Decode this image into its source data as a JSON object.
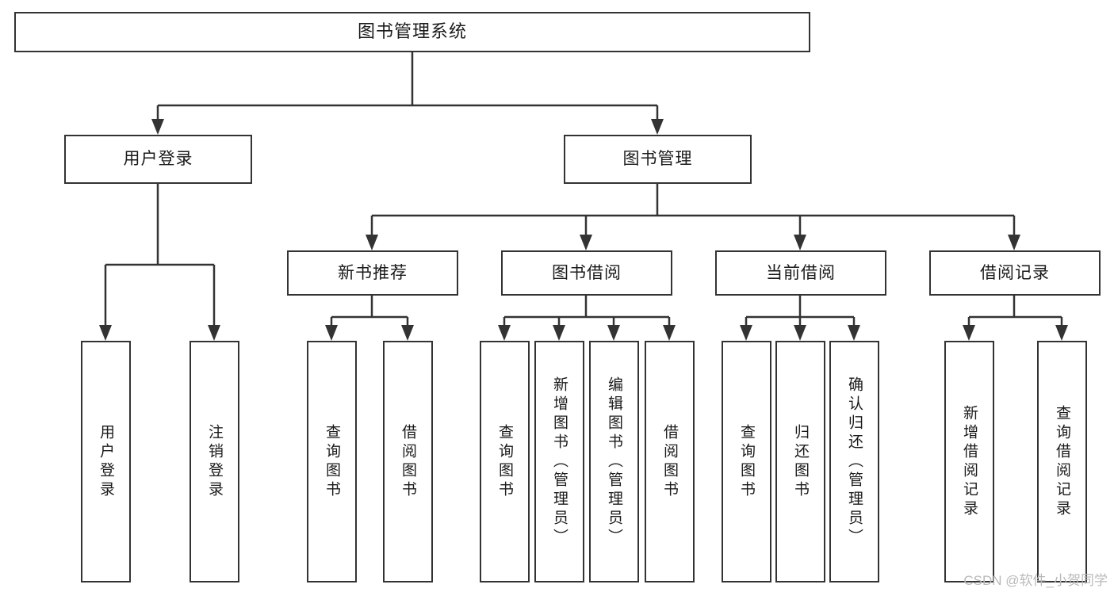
{
  "diagram": {
    "title": "图书管理系统",
    "type": "tree",
    "orientation": "top-down",
    "colors": {
      "stroke": "#333333",
      "fill": "#ffffff",
      "text": "#1a1a1a",
      "watermark": "#b9b9b9"
    },
    "root": {
      "label": "图书管理系统"
    },
    "level2": [
      {
        "label": "用户登录"
      },
      {
        "label": "图书管理"
      }
    ],
    "level3": [
      {
        "label": "新书推荐"
      },
      {
        "label": "图书借阅"
      },
      {
        "label": "当前借阅"
      },
      {
        "label": "借阅记录"
      }
    ],
    "leaves": {
      "user_login": [
        {
          "label": "用户登录"
        },
        {
          "label": "注销登录"
        }
      ],
      "new_book_recommend": [
        {
          "label": "查询图书"
        },
        {
          "label": "借阅图书"
        }
      ],
      "book_borrow": [
        {
          "label": "查询图书"
        },
        {
          "label": "新增图书（管理员）"
        },
        {
          "label": "编辑图书（管理员）"
        },
        {
          "label": "借阅图书"
        }
      ],
      "current_borrow": [
        {
          "label": "查询图书"
        },
        {
          "label": "归还图书"
        },
        {
          "label": "确认归还（管理员）"
        }
      ],
      "borrow_record": [
        {
          "label": "新增借阅记录"
        },
        {
          "label": "查询借阅记录"
        }
      ]
    }
  },
  "watermark": {
    "text": "CSDN @软件_小贺同学"
  }
}
